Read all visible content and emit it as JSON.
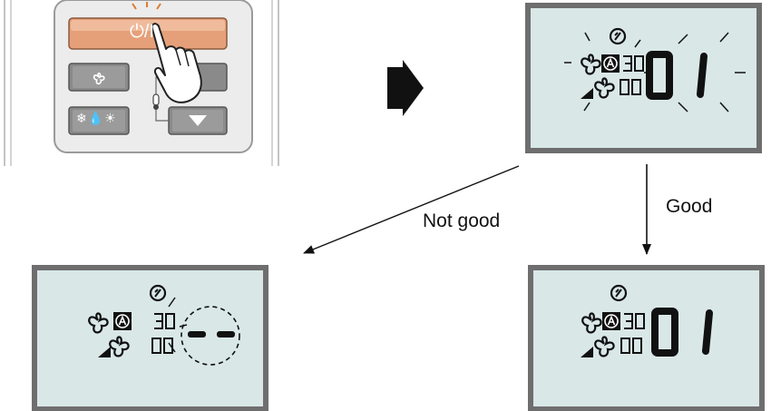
{
  "remote": {
    "power_button_label": "⏻/I",
    "fan_button_icon": "fan-icon",
    "mode_button_icons": "❄💧☀",
    "down_button_icon": "triangle-down-icon",
    "temp_icon": "thermometer-icon"
  },
  "displays": {
    "top_right": {
      "main_digits": "01",
      "small_top": "30",
      "small_bottom": "00",
      "state": "blinking"
    },
    "bottom_right": {
      "main_digits": "01",
      "small_top": "30",
      "small_bottom": "00",
      "state": "steady"
    },
    "bottom_left": {
      "main_digits": "--",
      "small_top": "30",
      "small_bottom": "00",
      "state": "no-code"
    }
  },
  "arrows": {
    "good_label": "Good",
    "not_good_label": "Not good"
  },
  "colors": {
    "lcd_bg": "#d9e7e7",
    "lcd_border": "#6e6e6e",
    "power_button": "#e6a079",
    "remote_button": "#8a8a8a",
    "remote_panel": "#e9e9e9"
  }
}
